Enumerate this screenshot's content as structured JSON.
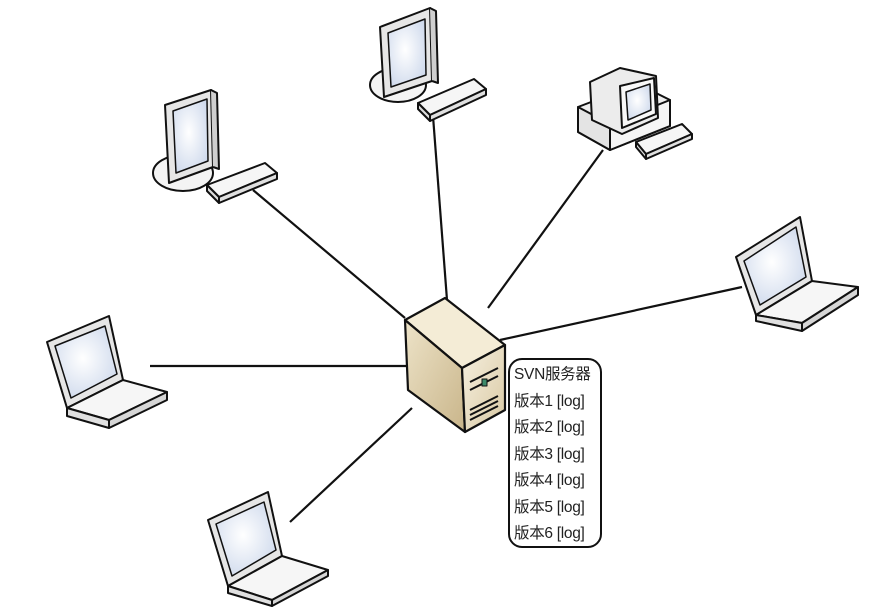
{
  "diagram": {
    "type": "network-topology",
    "center": {
      "name": "SVN server",
      "icon": "server-tower-icon",
      "label_box": {
        "title": "SVN服务器",
        "versions": [
          "版本1 [log]",
          "版本2 [log]",
          "版本3 [log]",
          "版本4 [log]",
          "版本5 [log]",
          "版本6 [log]"
        ]
      }
    },
    "clients": [
      {
        "id": "desktop-top-left",
        "icon": "lcd-desktop-icon"
      },
      {
        "id": "desktop-top-center",
        "icon": "lcd-desktop-icon"
      },
      {
        "id": "desktop-top-right",
        "icon": "crt-desktop-pc-icon"
      },
      {
        "id": "laptop-right",
        "icon": "laptop-icon"
      },
      {
        "id": "laptop-left",
        "icon": "laptop-icon"
      },
      {
        "id": "laptop-bottom-left",
        "icon": "laptop-icon"
      }
    ],
    "colors": {
      "line": "#111111",
      "server_body": "#e8dcc0",
      "screen": "#dfe6f3",
      "device": "#f2f2f2"
    }
  }
}
